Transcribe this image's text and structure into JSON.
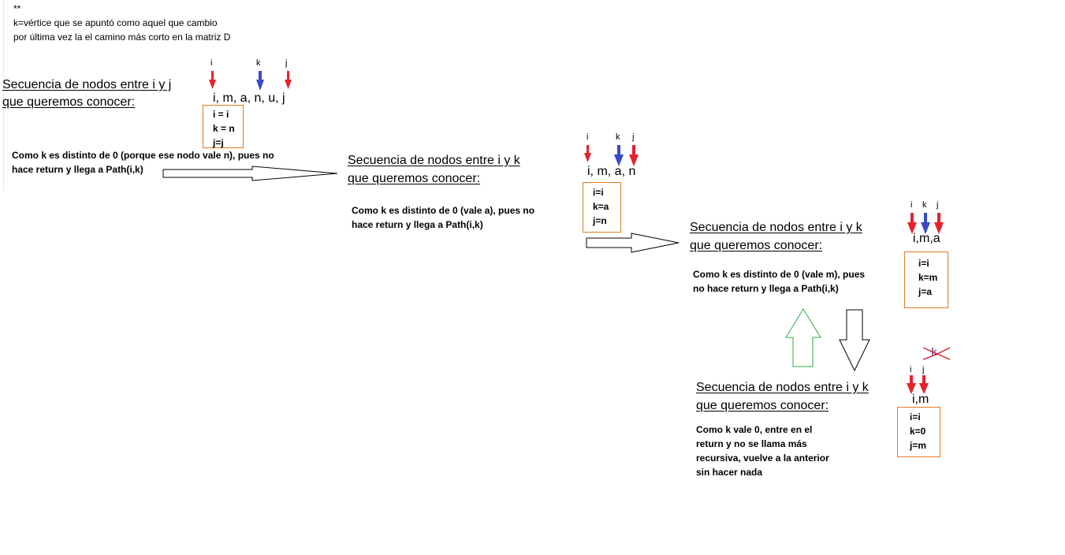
{
  "note": {
    "stars": "**",
    "line1": "k=vértice que se apuntó como aquel que cambio",
    "line2": "por última vez la el camino más corto en la matriz D"
  },
  "step1": {
    "heading1": "Secuencia de nodos entre i y j",
    "heading2": "que queremos conocer:",
    "sequence": "i, m, a, n, u, j",
    "pointers": [
      "i",
      "k",
      "j"
    ],
    "box": [
      "i = i",
      "k = n",
      "j=j"
    ],
    "desc1": "Como k es distinto de 0 (porque ese nodo vale n), pues no",
    "desc2": "hace return y llega a Path(i,k)"
  },
  "step2": {
    "heading1": "Secuencia de nodos entre i y k",
    "heading2": "que queremos conocer:",
    "sequence": "i, m, a, n",
    "pointers": [
      "i",
      "k",
      "j"
    ],
    "box": [
      "i=i",
      "k=a",
      "j=n"
    ],
    "desc1": "Como k es distinto de 0 (vale a), pues no",
    "desc2": "hace return y llega a Path(i,k)"
  },
  "step3": {
    "heading1": "Secuencia de nodos entre i y k",
    "heading2": "que queremos conocer:",
    "sequence": "i,m,a",
    "pointers": [
      "i",
      "k",
      "j"
    ],
    "box": [
      "i=i",
      "k=m",
      "j=a"
    ],
    "desc1": "Como k es distinto de 0 (vale m), pues",
    "desc2": "no hace return y llega a Path(i,k)"
  },
  "step4": {
    "heading1": "Secuencia de nodos entre i y k",
    "heading2": "que queremos conocer:",
    "sequence": "i,m",
    "pointers": [
      "i",
      "j"
    ],
    "crossed_pointer": "k",
    "box": [
      "i=i",
      "k=0",
      "j=m"
    ],
    "desc1": "Como k vale 0, entre en el",
    "desc2": "return y no se llama más",
    "desc3": "recursiva, vuelve a la anterior",
    "desc4": "sin hacer nada"
  },
  "colors": {
    "pointer_red": "#e8202a",
    "pointer_blue": "#3a49c8",
    "box_border": "#e07b1f",
    "up_arrow": "#2faa4a",
    "cross": "#d9202a"
  }
}
